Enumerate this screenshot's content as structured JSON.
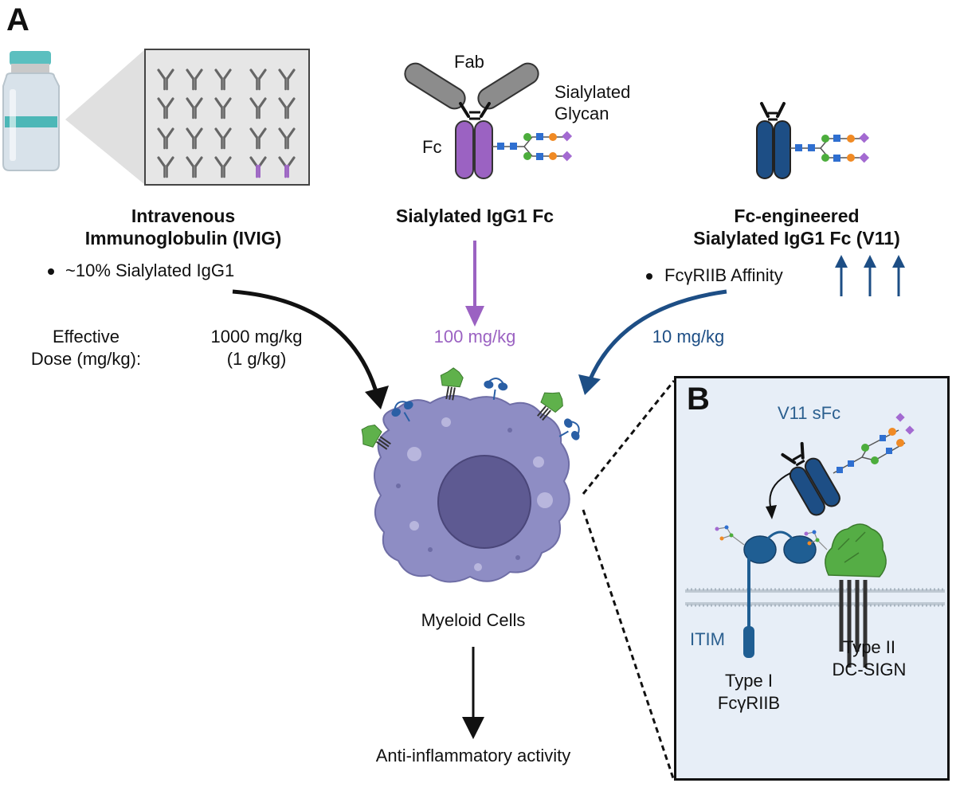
{
  "panel_a": {
    "letter": "A",
    "ivig": {
      "title_line1": "Intravenous",
      "title_line2": "Immunoglobulin (IVIG)",
      "bullet": "~10% Sialylated IgG1"
    },
    "sfc": {
      "title": "Sialylated IgG1 Fc",
      "fab_label": "Fab",
      "fc_label": "Fc",
      "glycan_label_line1": "Sialylated",
      "glycan_label_line2": "Glycan",
      "dose": "100 mg/kg"
    },
    "v11": {
      "title_line1": "Fc-engineered",
      "title_line2": "Sialylated IgG1 Fc (V11)",
      "bullet": "FcγRIIB Affinity",
      "dose": "10 mg/kg"
    },
    "dose_row": {
      "label_line1": "Effective",
      "label_line2": "Dose (mg/kg):",
      "ivig_line1": "1000 mg/kg",
      "ivig_line2": "(1 g/kg)"
    },
    "cell_label": "Myeloid Cells",
    "outcome": "Anti-inflammatory activity"
  },
  "panel_b": {
    "letter": "B",
    "molecule_label": "V11 sFc",
    "itim_label": "ITIM",
    "type1_line1": "Type I",
    "type1_line2": "FcγRIIB",
    "type2_line1": "Type II",
    "type2_line2": "DC-SIGN"
  },
  "colors": {
    "purple": "#9b62c2",
    "blue": "#1d4e85",
    "green": "#55ad45",
    "cell": "#8e8dc4",
    "nucleus": "#5e5a92",
    "text_blue": "#2b5f8f",
    "text_purple": "#9b62c2",
    "panel_b_bg": "#e7eef7"
  },
  "icons": [
    "vial-icon",
    "antibody-grid",
    "sialylated-fc-icon",
    "v11-fc-icon",
    "myeloid-cell",
    "fcgriib-receptor",
    "dc-sign-receptor"
  ]
}
